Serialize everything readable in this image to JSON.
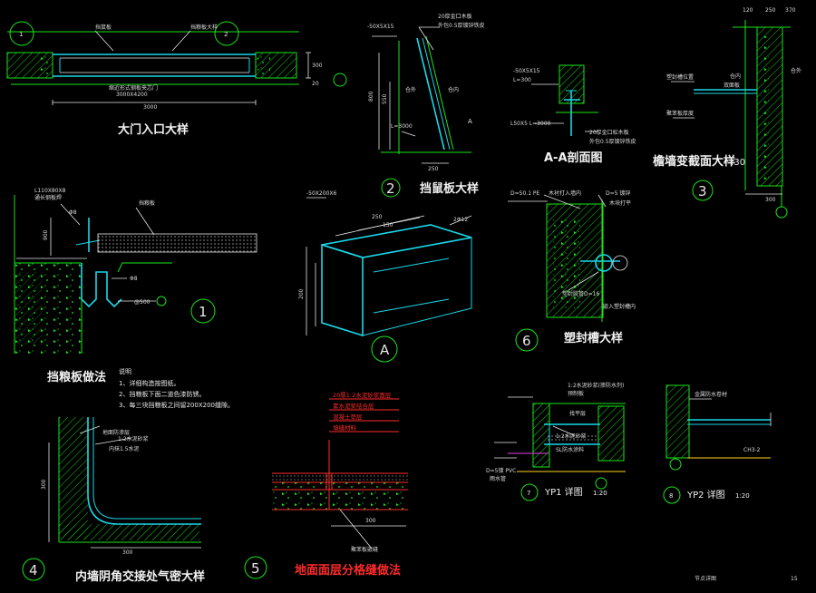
{
  "colors": {
    "background": "#000000",
    "outline": "#19e619",
    "detail": "#19d8e8",
    "text": "#f2f2f2",
    "accent": "#ff2a2a",
    "dimension": "#ffd21e"
  },
  "titles": {
    "door": "大门入口大样",
    "rat_board": "挡鼠板大样",
    "section_aa": "A-A剖面图",
    "eave_wall": "檐墙变截面大样",
    "eave_wall_scale": ":30",
    "grain_board": "挡粮板做法",
    "seal_groove": "塑封槽大样",
    "corner": "内墙阴角交接处气密大样",
    "floor_joint": "地面面层分格缝做法",
    "yp1": "YP1 详图",
    "yp1_scale": "1:20",
    "yp2": "YP2 详图",
    "yp2_scale": "1:20",
    "sheet": "节点详图"
  },
  "numbers": {
    "n1a": "1",
    "n2a": "2",
    "n1": "1",
    "n2": "2",
    "n3": "3",
    "n4": "4",
    "n5": "5",
    "n6": "6",
    "n7": "7",
    "n8": "8",
    "nA": "A",
    "page": "15"
  },
  "labels": {
    "door_l1": "挡鼠板",
    "door_l2": "挡粮板大样",
    "door_l3": "缩近形式钢板夹芯门",
    "door_d1": "3000X4200",
    "door_d2": "3000",
    "door_d3": "300",
    "door_d4": "20",
    "rat_l1": "20厚金口木板",
    "rat_l2": "外包0.5厚镀锌铁皮",
    "rat_l3": "-50X5X15",
    "rat_l4": "L=3000",
    "rat_l5": "仓外",
    "rat_l6": "仓内",
    "rat_d1": "800",
    "rat_d2": "550",
    "rat_d3": "250",
    "rat_a": "A",
    "aa_l1": "-50X5X15",
    "aa_l2": "L=300",
    "aa_l3": "L50X5 L=3000",
    "aa_l4": "20厚金口松木板",
    "aa_l5": "外包0.5厚镀锌铁皮",
    "eave_l1": "塑封槽位置",
    "eave_l2": "双面板",
    "eave_l3": "聚苯板厚度",
    "eave_l4": "仓内",
    "eave_l5": "仓外",
    "eave_d1": "120",
    "eave_d2": "250",
    "eave_d3": "300",
    "eave_d4": "370",
    "g_l1": "L110X80X8",
    "g_l2": "通长钢板焊",
    "g_l3": "挡粮板",
    "g_l4": "Φ8",
    "g_l5": "Φ8",
    "g_l6": "@500",
    "g_d1": "900",
    "plate_l1": "-50X200X6",
    "plate_d1": "250",
    "plate_d2": "150",
    "plate_d3": "2Φ12",
    "plate_d4": "200",
    "seal_l1": "D=50.1 PE",
    "seal_l2": "木衬打入墙内",
    "seal_l3": "D=5 镀锌",
    "seal_l4": "木块打平",
    "seal_l5": "塑封胶管D=16",
    "seal_l6": "嵌入塑封槽内",
    "note_title": "说明",
    "note_1": "1、详细构造按图纸。",
    "note_2": "2、挡粮板下面二道色漆防锈。",
    "note_3": "3、每三块挡粮板之间留200X200缝隙。",
    "corner_l1": "地面防渗层",
    "corner_l2": "1:2水泥砂浆",
    "corner_l3": "内抹1.5水泥",
    "corner_d1": "300",
    "corner_d2": "300",
    "floor_l1": "20厚1:2水泥砂浆面层",
    "floor_l2": "素水泥浆结合层",
    "floor_l3": "混凝土垫层",
    "floor_l4": "填缝材料",
    "floor_l5": "聚苯板嵌缝",
    "floor_d1": "300",
    "yp1_l1": "1:2水泥砂浆(掺防水剂)",
    "yp1_l2": "预制板",
    "yp1_l3": "找平层",
    "yp1_l4": "1:2水泥砂浆",
    "yp1_l5": "SL防水涂料",
    "yp1_l6": "D=5镀 PVC",
    "yp1_l7": "雨水管",
    "yp2_l1": "金属防水卷材",
    "yp2_l2": "CH3-2"
  }
}
